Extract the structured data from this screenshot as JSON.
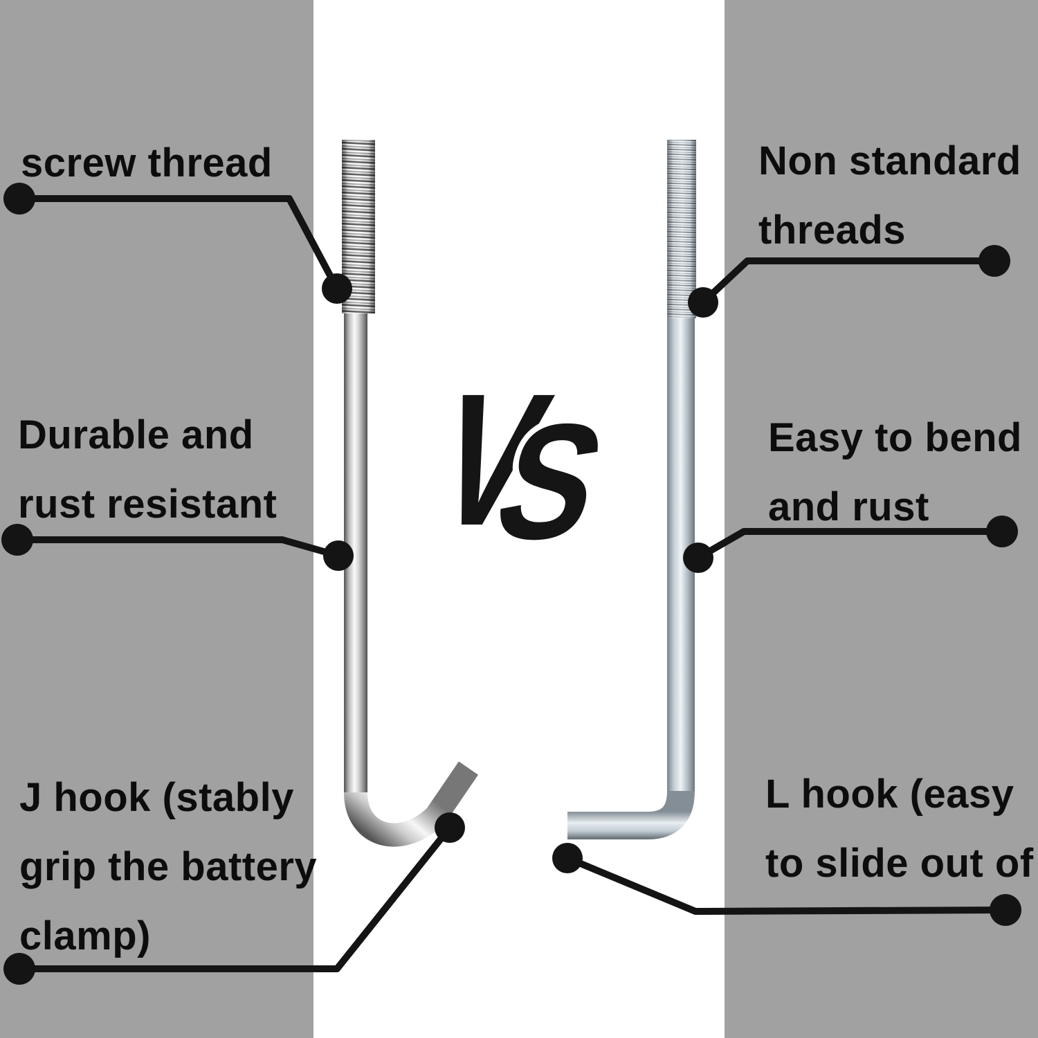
{
  "vs": {
    "v": "V",
    "s": "S"
  },
  "callouts": {
    "screw_thread": {
      "lines": [
        "screw thread"
      ]
    },
    "non_standard": {
      "lines": [
        "Non standard",
        "threads"
      ]
    },
    "durable": {
      "lines": [
        "Durable and",
        "rust resistant"
      ]
    },
    "easy_bend": {
      "lines": [
        "Easy to bend",
        "and rust"
      ]
    },
    "j_hook": {
      "lines": [
        "J hook (stably",
        "grip the battery",
        "clamp)"
      ]
    },
    "l_hook": {
      "lines": [
        "L hook (easy",
        "to slide out of"
      ]
    }
  },
  "colors": {
    "side_panel_gray": "#a1a1a1",
    "center_band_white": "#ffffff",
    "callout_black": "#141414",
    "label_text": "#0d0d0d",
    "left_bolt_chrome": "#d9d9d9",
    "right_bolt_zinc": "#c9d2d9"
  }
}
